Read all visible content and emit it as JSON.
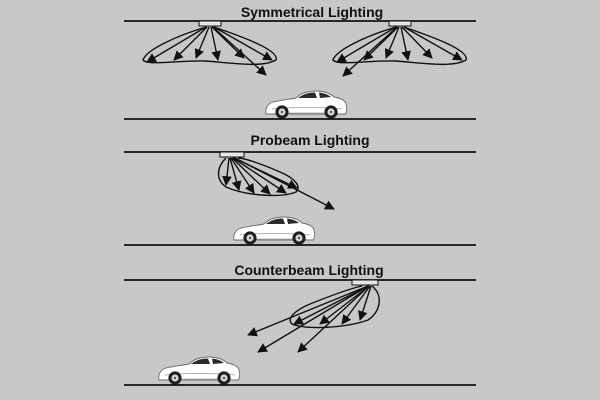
{
  "sections": [
    {
      "title": "Symmetrical Lighting"
    },
    {
      "title": "Probeam Lighting"
    },
    {
      "title": "Counterbeam Lighting"
    }
  ],
  "colors": {
    "background": "#c8c8c8",
    "lines": "#111111",
    "fixture": "#e8e8e8",
    "car_body": "#ffffff",
    "car_glass": "#2b2b2b",
    "car_shade": "#9a9a9a"
  },
  "icons": [
    "light-fixture-icon",
    "car-icon",
    "arrow-icon"
  ]
}
